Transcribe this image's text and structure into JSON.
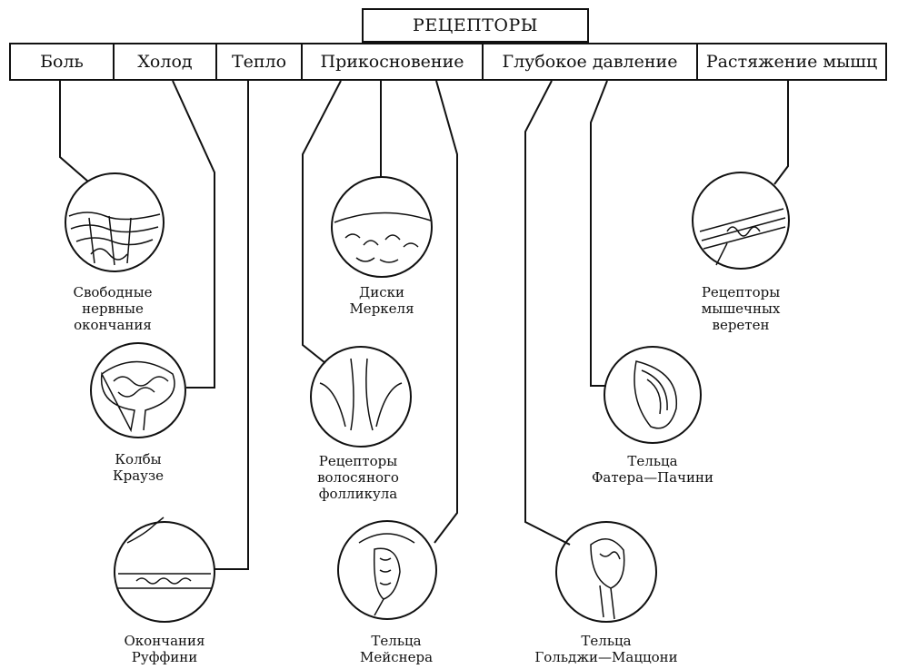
{
  "title": "РЕЦЕПТОРЫ",
  "categories": [
    {
      "label": "Боль"
    },
    {
      "label": "Холод"
    },
    {
      "label": "Тепло"
    },
    {
      "label": "Прикосновение"
    },
    {
      "label": "Глубокое давление"
    },
    {
      "label": "Растяжение мышц"
    }
  ],
  "receptors": [
    {
      "line1": "Свободные",
      "line2": "нервные",
      "line3": "окончания",
      "icon": "free-nerve-endings-illustration"
    },
    {
      "line1": "Колбы",
      "line2": "Краузе",
      "line3": "",
      "icon": "krause-bulb-illustration"
    },
    {
      "line1": "Окончания",
      "line2": "Руффини",
      "line3": "",
      "icon": "ruffini-ending-illustration"
    },
    {
      "line1": "Диски",
      "line2": "Меркеля",
      "line3": "",
      "icon": "merkel-disc-illustration"
    },
    {
      "line1": "Рецепторы",
      "line2": "волосяного",
      "line3": "фолликула",
      "icon": "hair-follicle-illustration"
    },
    {
      "line1": "Тельца",
      "line2": "Мейснера",
      "line3": "",
      "icon": "meissner-corpuscle-illustration"
    },
    {
      "line1": "Тельца",
      "line2": "Фатера—Пачини",
      "line3": "",
      "icon": "pacinian-corpuscle-illustration"
    },
    {
      "line1": "Тельца",
      "line2": "Гольджи—Маццони",
      "line3": "",
      "icon": "golgi-mazzoni-illustration"
    },
    {
      "line1": "Рецепторы",
      "line2": "мышечных",
      "line3": "веретен",
      "icon": "muscle-spindle-illustration"
    }
  ]
}
